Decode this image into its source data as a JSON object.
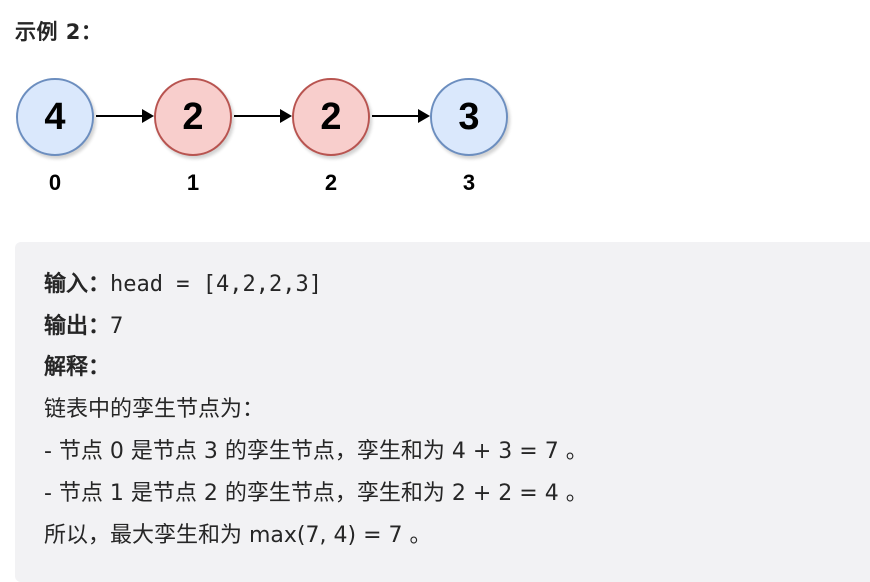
{
  "title": "示例 2：",
  "diagram": {
    "nodes": [
      {
        "value": "4",
        "index": "0",
        "color": "blue"
      },
      {
        "value": "2",
        "index": "1",
        "color": "red"
      },
      {
        "value": "2",
        "index": "2",
        "color": "red"
      },
      {
        "value": "3",
        "index": "3",
        "color": "blue"
      }
    ],
    "colors": {
      "blue_fill": "#dae8fc",
      "blue_stroke": "#6c8ebf",
      "red_fill": "#f8cecc",
      "red_stroke": "#b85450"
    }
  },
  "example": {
    "input_label": "输入：",
    "input_value": "head = [4,2,2,3]",
    "output_label": "输出：",
    "output_value": "7",
    "explain_label": "解释：",
    "lines": [
      "链表中的孪生节点为：",
      "- 节点 0 是节点 3 的孪生节点，孪生和为 4 + 3 = 7 。",
      "- 节点 1 是节点 2 的孪生节点，孪生和为 2 + 2 = 4 。",
      "所以，最大孪生和为 max(7, 4) = 7 。"
    ]
  }
}
